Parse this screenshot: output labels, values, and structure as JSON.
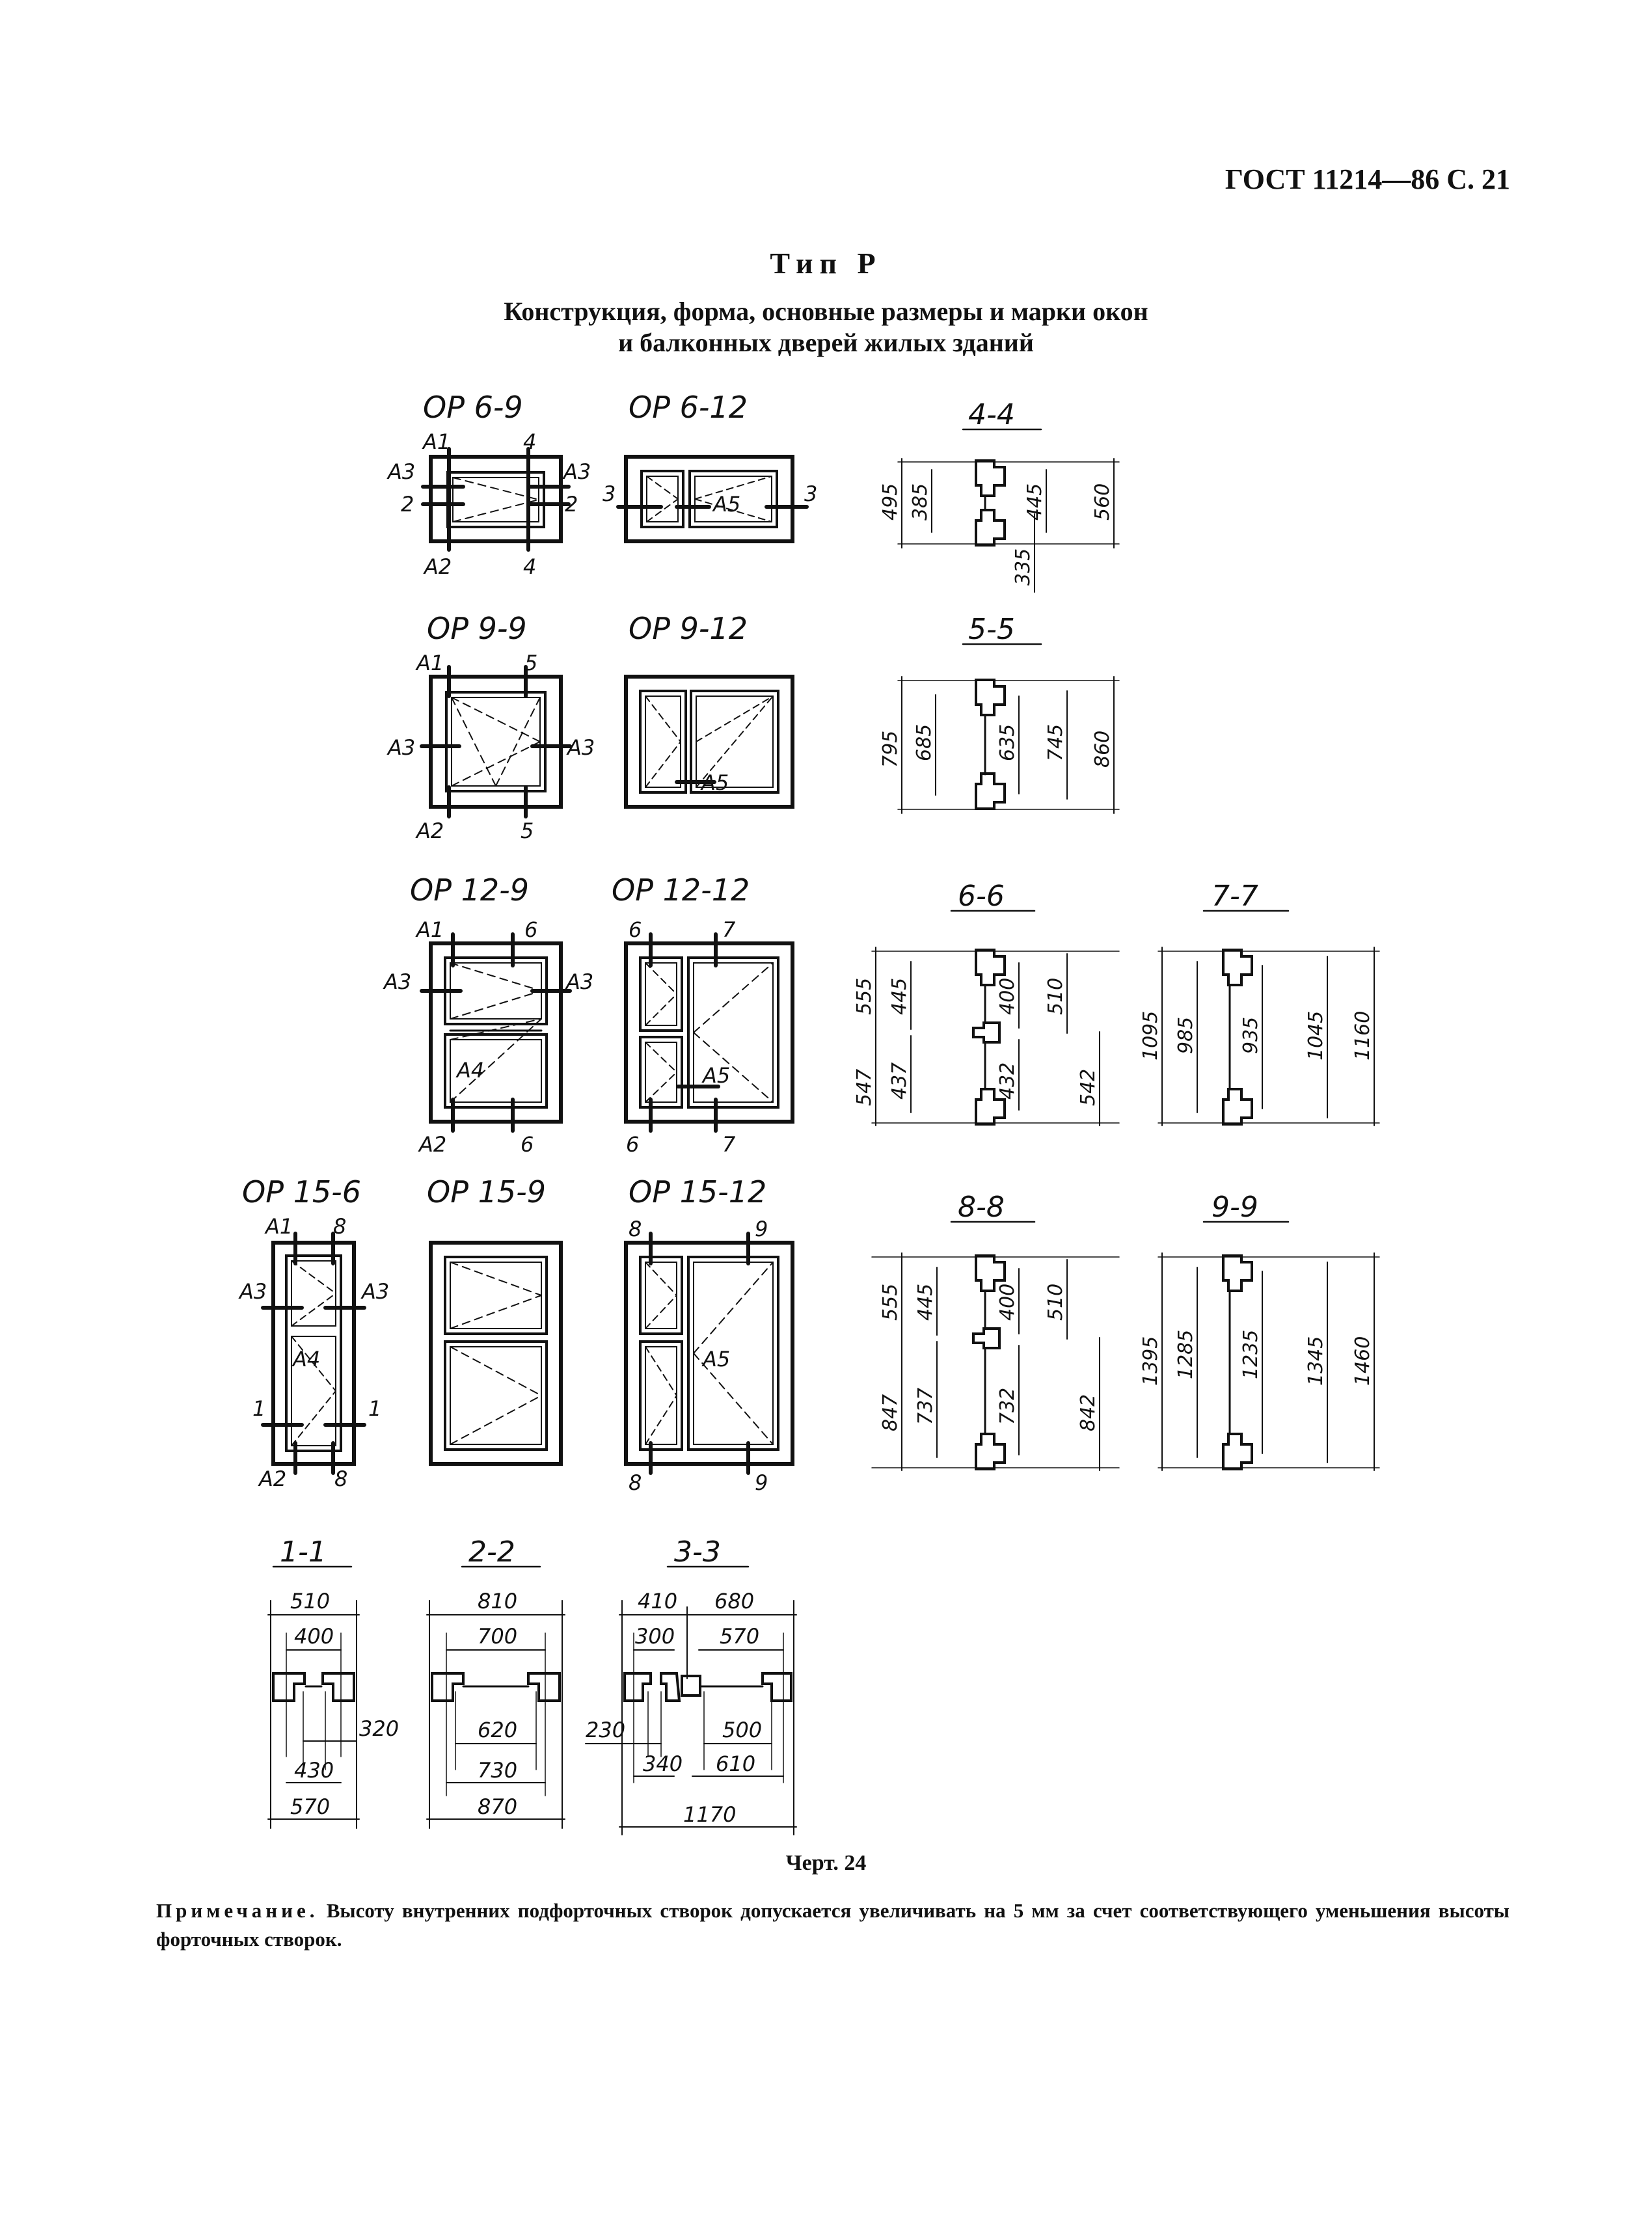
{
  "header": "ГОСТ 11214—86 С. 21",
  "type_title": "Тип Р",
  "subtitle_line1": "Конструкция, форма, основные размеры и марки окон",
  "subtitle_line2": "и балконных дверей жилых зданий",
  "caption": "Черт. 24",
  "note_label": "Примечание.",
  "note_text": "Высоту внутренних подфорточных створок допускается увеличивать на 5 мм за счет соответствующего уменьшения высоты форточных створок.",
  "windows": {
    "op69": {
      "mark": "ОР 6-9",
      "tags": [
        "А1",
        "4",
        "А3",
        "А3",
        "2",
        "2",
        "А2",
        "4"
      ]
    },
    "op612": {
      "mark": "ОР 6-12",
      "tags": [
        "3",
        "3",
        "А5"
      ]
    },
    "op99": {
      "mark": "ОР 9-9",
      "tags": [
        "А1",
        "5",
        "А3",
        "А3",
        "А2",
        "5"
      ]
    },
    "op912": {
      "mark": "ОР 9-12",
      "tags": [
        "А5"
      ]
    },
    "op129": {
      "mark": "ОР 12-9",
      "tags": [
        "А1",
        "6",
        "А3",
        "А3",
        "А4",
        "А2",
        "6"
      ]
    },
    "op1212": {
      "mark": "ОР 12-12",
      "tags": [
        "6",
        "7",
        "А5",
        "6",
        "7"
      ]
    },
    "op156": {
      "mark": "ОР 15-6",
      "tags": [
        "А1",
        "8",
        "А3",
        "А3",
        "А4",
        "1",
        "1",
        "А2",
        "8"
      ]
    },
    "op159": {
      "mark": "ОР 15-9",
      "tags": []
    },
    "op1512": {
      "mark": "ОР 15-12",
      "tags": [
        "8",
        "9",
        "А5",
        "8",
        "9"
      ]
    }
  },
  "sections": {
    "s44": {
      "title": "4-4",
      "dims": [
        "495",
        "385",
        "445",
        "560",
        "335"
      ]
    },
    "s55": {
      "title": "5-5",
      "dims": [
        "795",
        "685",
        "635",
        "745",
        "860"
      ]
    },
    "s66": {
      "title": "6-6",
      "dims": [
        "555",
        "445",
        "400",
        "510",
        "547",
        "437",
        "432",
        "542"
      ]
    },
    "s77": {
      "title": "7-7",
      "dims": [
        "1095",
        "985",
        "935",
        "1045",
        "1160"
      ]
    },
    "s88": {
      "title": "8-8",
      "dims": [
        "555",
        "445",
        "400",
        "510",
        "847",
        "737",
        "732",
        "842"
      ]
    },
    "s99": {
      "title": "9-9",
      "dims": [
        "1395",
        "1285",
        "1235",
        "1345",
        "1460"
      ]
    },
    "s11": {
      "title": "1-1",
      "dims": [
        "510",
        "400",
        "320",
        "430",
        "570"
      ]
    },
    "s22": {
      "title": "2-2",
      "dims": [
        "810",
        "700",
        "620",
        "730",
        "870"
      ]
    },
    "s33": {
      "title": "3-3",
      "dims": [
        "410",
        "680",
        "300",
        "570",
        "230",
        "500",
        "340",
        "610",
        "1170"
      ]
    }
  }
}
